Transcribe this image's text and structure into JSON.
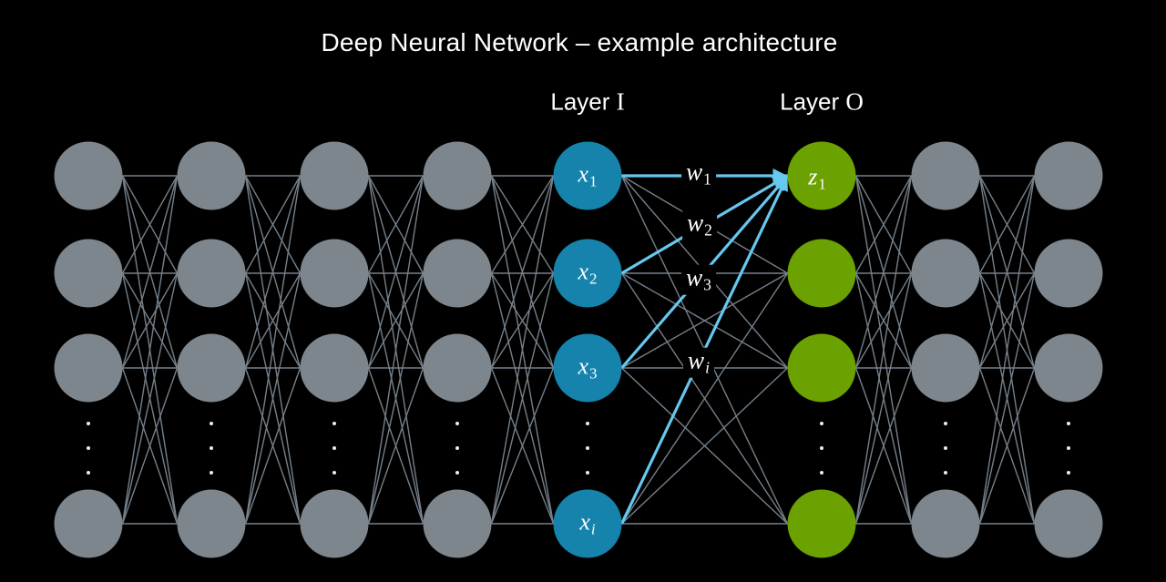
{
  "title": "Deep Neural Network – example architecture",
  "layer_labels": {
    "input": {
      "prefix": "Layer ",
      "letter": "I"
    },
    "output": {
      "prefix": "Layer ",
      "letter": "O"
    }
  },
  "neuron_labels": {
    "inputs": [
      {
        "base": "x",
        "sub": "1"
      },
      {
        "base": "x",
        "sub": "2"
      },
      {
        "base": "x",
        "sub": "3"
      },
      {
        "base": "x",
        "sub": "i"
      }
    ],
    "output": {
      "base": "z",
      "sub": "1"
    }
  },
  "weight_labels": [
    {
      "base": "w",
      "sub": "1"
    },
    {
      "base": "w",
      "sub": "2"
    },
    {
      "base": "w",
      "sub": "3"
    },
    {
      "base": "w",
      "sub": "i"
    }
  ],
  "structure": {
    "layer_count": 8,
    "visible_nodes_per_layer": 4,
    "rows_ellipsis_between": [
      3,
      4
    ],
    "layer_types": [
      "hidden",
      "hidden",
      "hidden",
      "hidden",
      "input",
      "output",
      "hidden",
      "hidden"
    ],
    "fully_connected_adjacent_layers": true,
    "highlighted_connections": {
      "from_layer": "Layer I",
      "to_node": "z1",
      "count": 4
    }
  },
  "colors": {
    "background": "#000000",
    "hidden_node": "#7e868d",
    "input_node": "#1583ac",
    "output_node": "#6ba100",
    "edge": "#75808a",
    "highlighted_edge": "#66c8ef",
    "text": "#ffffff",
    "ellipsis_dot": "#e9eef1"
  }
}
